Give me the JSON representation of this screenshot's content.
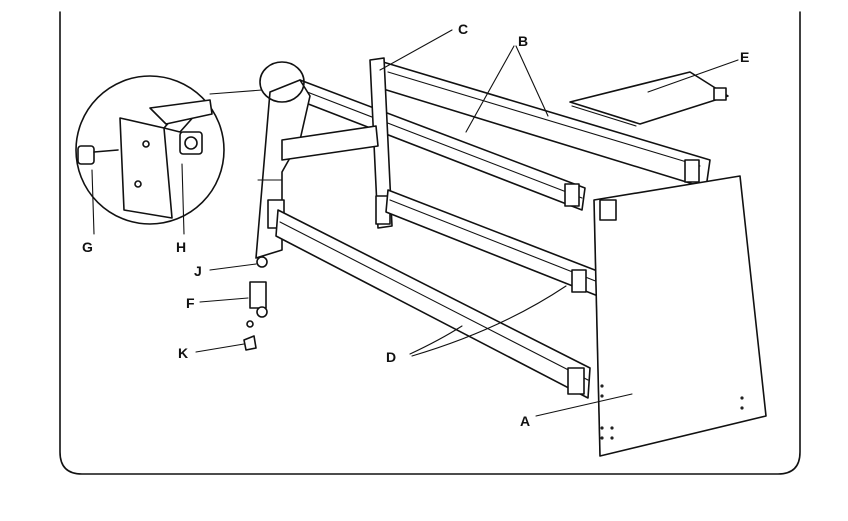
{
  "figure": {
    "labels": {
      "a": "A",
      "b": "B",
      "c": "C",
      "d": "D",
      "e": "E",
      "f": "F",
      "g": "G",
      "h": "H",
      "j": "J",
      "k": "K"
    }
  },
  "colors": {
    "ink": "#111111",
    "paper": "#ffffff"
  }
}
